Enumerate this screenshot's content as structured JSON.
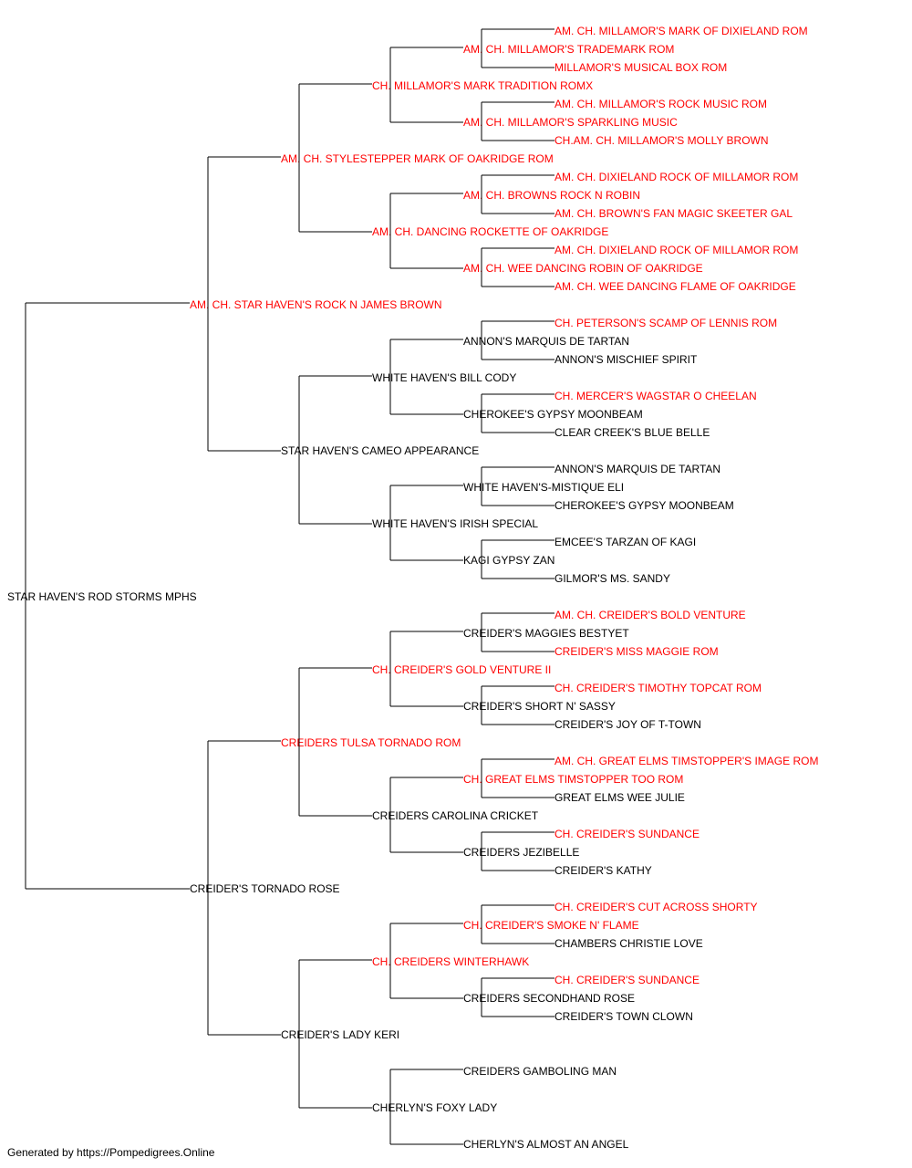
{
  "colors": {
    "titled": "#ff0000",
    "untitled": "#000000",
    "line": "#000000"
  },
  "pedigree": {
    "name": "STAR HAVEN'S ROD STORMS MPHS",
    "titled": false,
    "sire": {
      "name": "AM. CH. STAR HAVEN'S ROCK N JAMES BROWN",
      "titled": true,
      "sire": {
        "name": "AM. CH. STYLESTEPPER MARK OF OAKRIDGE ROM",
        "titled": true,
        "sire": {
          "name": "CH. MILLAMOR'S MARK TRADITION ROMX",
          "titled": true,
          "sire": {
            "name": "AM. CH. MILLAMOR'S TRADEMARK ROM",
            "titled": true,
            "sire": {
              "name": "AM. CH. MILLAMOR'S MARK OF DIXIELAND ROM",
              "titled": true
            },
            "dam": {
              "name": "MILLAMOR'S MUSICAL BOX ROM",
              "titled": true
            }
          },
          "dam": {
            "name": "AM. CH. MILLAMOR'S SPARKLING MUSIC",
            "titled": true,
            "sire": {
              "name": "AM. CH. MILLAMOR'S ROCK MUSIC ROM",
              "titled": true
            },
            "dam": {
              "name": "CH.AM. CH. MILLAMOR'S MOLLY BROWN",
              "titled": true
            }
          }
        },
        "dam": {
          "name": "AM. CH. DANCING ROCKETTE OF OAKRIDGE",
          "titled": true,
          "sire": {
            "name": "AM. CH. BROWNS ROCK N ROBIN",
            "titled": true,
            "sire": {
              "name": "AM. CH. DIXIELAND ROCK OF MILLAMOR ROM",
              "titled": true
            },
            "dam": {
              "name": "AM. CH. BROWN'S FAN MAGIC SKEETER GAL",
              "titled": true
            }
          },
          "dam": {
            "name": "AM. CH. WEE DANCING ROBIN OF OAKRIDGE",
            "titled": true,
            "sire": {
              "name": "AM. CH. DIXIELAND ROCK OF MILLAMOR ROM",
              "titled": true
            },
            "dam": {
              "name": "AM. CH. WEE DANCING FLAME OF OAKRIDGE",
              "titled": true
            }
          }
        }
      },
      "dam": {
        "name": "STAR HAVEN'S CAMEO APPEARANCE",
        "titled": false,
        "sire": {
          "name": "WHITE HAVEN'S BILL CODY",
          "titled": false,
          "sire": {
            "name": "ANNON'S MARQUIS DE TARTAN",
            "titled": false,
            "sire": {
              "name": "CH. PETERSON'S SCAMP OF LENNIS ROM",
              "titled": true
            },
            "dam": {
              "name": "ANNON'S MISCHIEF SPIRIT",
              "titled": false
            }
          },
          "dam": {
            "name": "CHEROKEE'S GYPSY MOONBEAM",
            "titled": false,
            "sire": {
              "name": "CH. MERCER'S WAGSTAR O CHEELAN",
              "titled": true
            },
            "dam": {
              "name": "CLEAR CREEK'S BLUE BELLE",
              "titled": false
            }
          }
        },
        "dam": {
          "name": "WHITE HAVEN'S IRISH SPECIAL",
          "titled": false,
          "sire": {
            "name": "WHITE HAVEN'S-MISTIQUE ELI",
            "titled": false,
            "sire": {
              "name": "ANNON'S MARQUIS DE TARTAN",
              "titled": false
            },
            "dam": {
              "name": "CHEROKEE'S GYPSY MOONBEAM",
              "titled": false
            }
          },
          "dam": {
            "name": "KAGI GYPSY ZAN",
            "titled": false,
            "sire": {
              "name": "EMCEE'S TARZAN OF KAGI",
              "titled": false
            },
            "dam": {
              "name": "GILMOR'S MS. SANDY",
              "titled": false
            }
          }
        }
      }
    },
    "dam": {
      "name": "CREIDER'S TORNADO ROSE",
      "titled": false,
      "sire": {
        "name": "CREIDERS TULSA TORNADO ROM",
        "titled": true,
        "sire": {
          "name": "CH. CREIDER'S GOLD VENTURE II",
          "titled": true,
          "sire": {
            "name": "CREIDER'S MAGGIES BESTYET",
            "titled": false,
            "sire": {
              "name": "AM. CH. CREIDER'S BOLD VENTURE",
              "titled": true
            },
            "dam": {
              "name": "CREIDER'S MISS MAGGIE ROM",
              "titled": true
            }
          },
          "dam": {
            "name": "CREIDER'S SHORT N' SASSY",
            "titled": false,
            "sire": {
              "name": "CH. CREIDER'S TIMOTHY TOPCAT ROM",
              "titled": true
            },
            "dam": {
              "name": "CREIDER'S JOY OF T-TOWN",
              "titled": false
            }
          }
        },
        "dam": {
          "name": "CREIDERS CAROLINA CRICKET",
          "titled": false,
          "sire": {
            "name": "CH. GREAT ELMS TIMSTOPPER TOO ROM",
            "titled": true,
            "sire": {
              "name": "AM. CH. GREAT ELMS TIMSTOPPER'S IMAGE ROM",
              "titled": true
            },
            "dam": {
              "name": "GREAT ELMS WEE JULIE",
              "titled": false
            }
          },
          "dam": {
            "name": "CREIDERS JEZIBELLE",
            "titled": false,
            "sire": {
              "name": "CH. CREIDER'S SUNDANCE",
              "titled": true
            },
            "dam": {
              "name": "CREIDER'S KATHY",
              "titled": false
            }
          }
        }
      },
      "dam": {
        "name": "CREIDER'S LADY KERI",
        "titled": false,
        "sire": {
          "name": "CH. CREIDERS WINTERHAWK",
          "titled": true,
          "sire": {
            "name": "CH. CREIDER'S SMOKE N' FLAME",
            "titled": true,
            "sire": {
              "name": "CH. CREIDER'S CUT ACROSS SHORTY",
              "titled": true
            },
            "dam": {
              "name": "CHAMBERS CHRISTIE LOVE",
              "titled": false
            }
          },
          "dam": {
            "name": "CREIDERS SECONDHAND ROSE",
            "titled": false,
            "sire": {
              "name": "CH. CREIDER'S SUNDANCE",
              "titled": true
            },
            "dam": {
              "name": "CREIDER'S TOWN CLOWN",
              "titled": false
            }
          }
        },
        "dam": {
          "name": "CHERLYN'S FOXY LADY",
          "titled": false,
          "sire": {
            "name": "CREIDERS GAMBOLING MAN",
            "titled": false
          },
          "dam": {
            "name": "CHERLYN'S ALMOST AN ANGEL",
            "titled": false
          }
        }
      }
    }
  },
  "footer": "Generated by https://Pompedigrees.Online"
}
